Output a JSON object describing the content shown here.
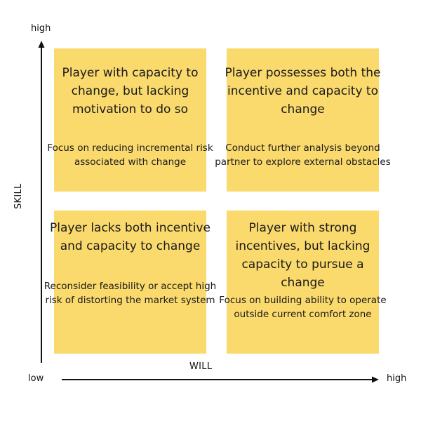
{
  "axis": {
    "y_high": "high",
    "y_title": "SKILL",
    "x_low": "low",
    "x_title": "WILL",
    "x_high": "high"
  },
  "quadrants": {
    "top_left": {
      "title": "Player with capacity to change, but lacking motivation to do so",
      "body": "Focus on reducing incremental risk associated with change"
    },
    "top_right": {
      "title": "Player possesses both the incentive and capacity to change",
      "body": "Conduct further analysis beyond partner to explore external obstacles"
    },
    "bottom_left": {
      "title": "Player lacks both incentive and capacity to change",
      "body": "Reconsider feasibility or accept high risk of distorting the market system"
    },
    "bottom_right": {
      "title": "Player with strong incentives, but lacking capacity to pursue a change",
      "body": "Focus on building ability to operate outside current comfort zone"
    }
  },
  "colors": {
    "quadrant_fill": "#fad96d",
    "axis": "#111111"
  }
}
